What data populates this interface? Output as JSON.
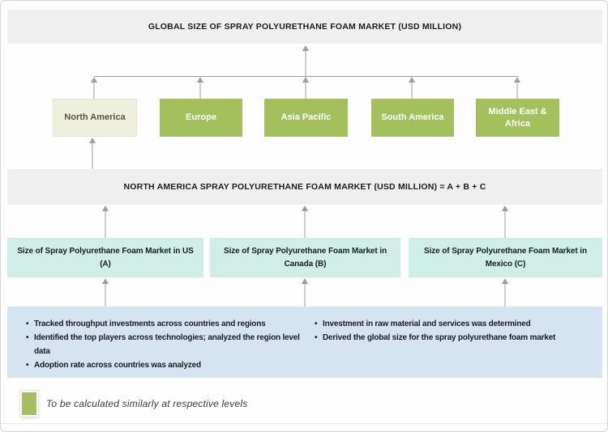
{
  "colors": {
    "green": "#a3c05c",
    "cream": "#eef0dd",
    "cream_text": "#55554a",
    "teal": "#cfeee7",
    "blue": "#d6e4f2",
    "banner_bg": "#f0efef",
    "arrow": "#9e9e9e",
    "text_dark": "#1c1c1c"
  },
  "banners": {
    "global": "GLOBAL SIZE OF SPRAY POLYURETHANE FOAM MARKET (USD MILLION)",
    "north_america": "NORTH AMERICA SPRAY POLYURETHANE FOAM MARKET (USD MILLION) = A + B + C"
  },
  "regions": [
    {
      "label": "North America"
    },
    {
      "label": "Europe"
    },
    {
      "label": "Asia Pacific"
    },
    {
      "label": "South America"
    },
    {
      "label": "Middle East & Africa"
    }
  ],
  "country_markets": [
    {
      "line1": "Size of Spray Polyurethane Foam Market in US",
      "line2": "(A)"
    },
    {
      "line1": "Size of Spray Polyurethane Foam Market in",
      "line2": "Canada (B)"
    },
    {
      "line1": "Size of Spray Polyurethane Foam Market in",
      "line2": "Mexico (C)"
    }
  ],
  "methodology": {
    "left_bullets": [
      "Tracked throughput investments across countries and regions",
      "Identified the top players across technologies; analyzed  the region level data",
      "Adoption rate across countries was analyzed"
    ],
    "right_bullets": [
      "Investment in raw material and services was determined",
      "Derived the global size for the spray polyurethane foam market"
    ]
  },
  "legend": {
    "label": "To be calculated similarly at respective levels"
  }
}
